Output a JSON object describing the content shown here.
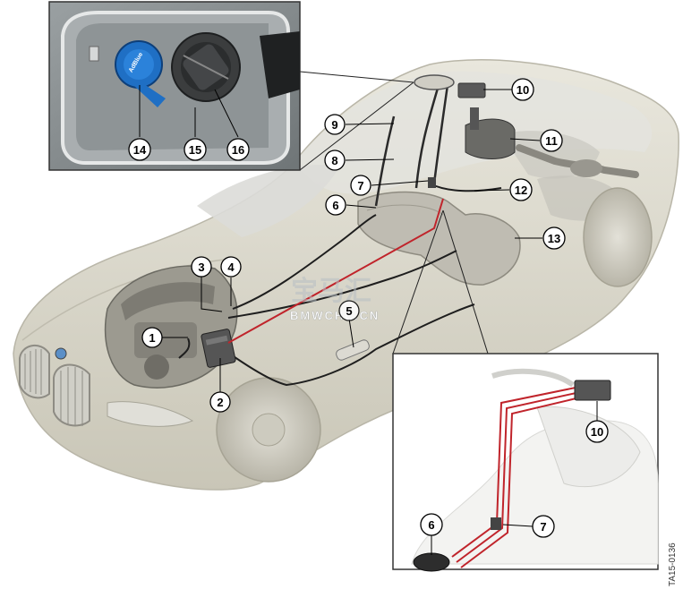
{
  "callouts": {
    "c1": "1",
    "c2": "2",
    "c3": "3",
    "c4": "4",
    "c5": "5",
    "c6": "6",
    "c7": "7",
    "c8": "8",
    "c9": "9",
    "c10": "10",
    "c11": "11",
    "c12": "12",
    "c13": "13",
    "c14": "14",
    "c15": "15",
    "c16": "16"
  },
  "detail_callouts": {
    "d10": "10",
    "d7": "7",
    "d6": "6"
  },
  "watermark": {
    "cn": "宝马汇",
    "en": "BMWCHE.CN"
  },
  "filler_cap_text": "AdBlue",
  "reference_code": "TA15-0136",
  "colors": {
    "signal_line": "#c0242b",
    "car_body": "#d9d6c9",
    "callout_fill": "#ffffff",
    "adblue_cap": "#1f6fc4"
  }
}
